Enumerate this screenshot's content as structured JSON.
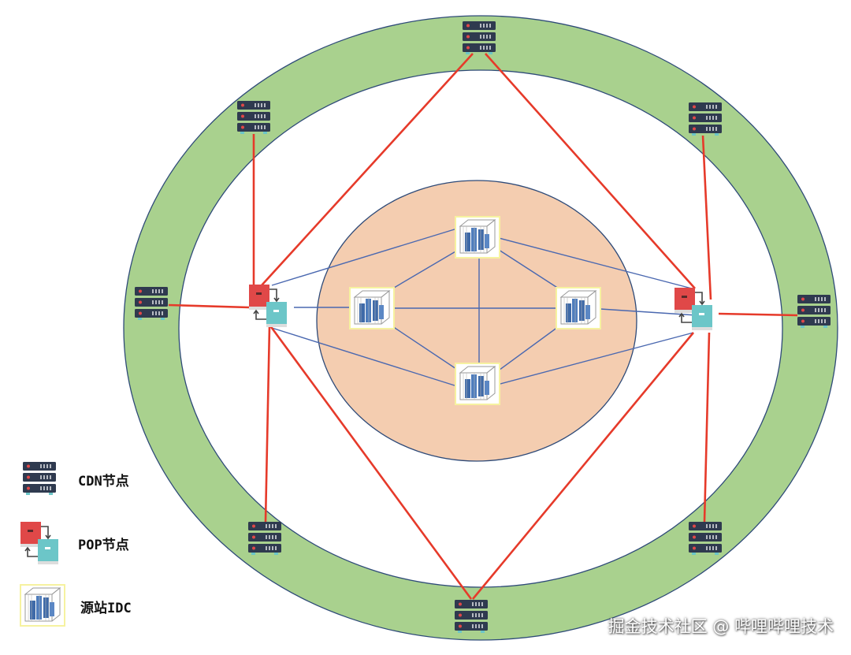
{
  "legend": {
    "cdn_label": "CDN节点",
    "pop_label": "POP节点",
    "idc_label": "源站IDC"
  },
  "watermark": "掘金技术社区 @ 哔哩哔哩技术",
  "colors": {
    "outer_ring": "#a9d18e",
    "core_area": "#f4cdb0",
    "outline": "#2e4a78",
    "pop_to_cdn_link": "#e63a2a",
    "pop_to_idc_link": "#4a68b0",
    "cdn_server": "#2f3a4f",
    "pop_red": "#e04848",
    "pop_teal": "#6cc6c8"
  },
  "nodes": {
    "cdn": [
      "top",
      "top-left",
      "top-right",
      "left",
      "right",
      "bottom-left",
      "bottom-right",
      "bottom"
    ],
    "pop": [
      "left",
      "right"
    ],
    "idc": [
      "top",
      "left",
      "right",
      "bottom"
    ]
  }
}
